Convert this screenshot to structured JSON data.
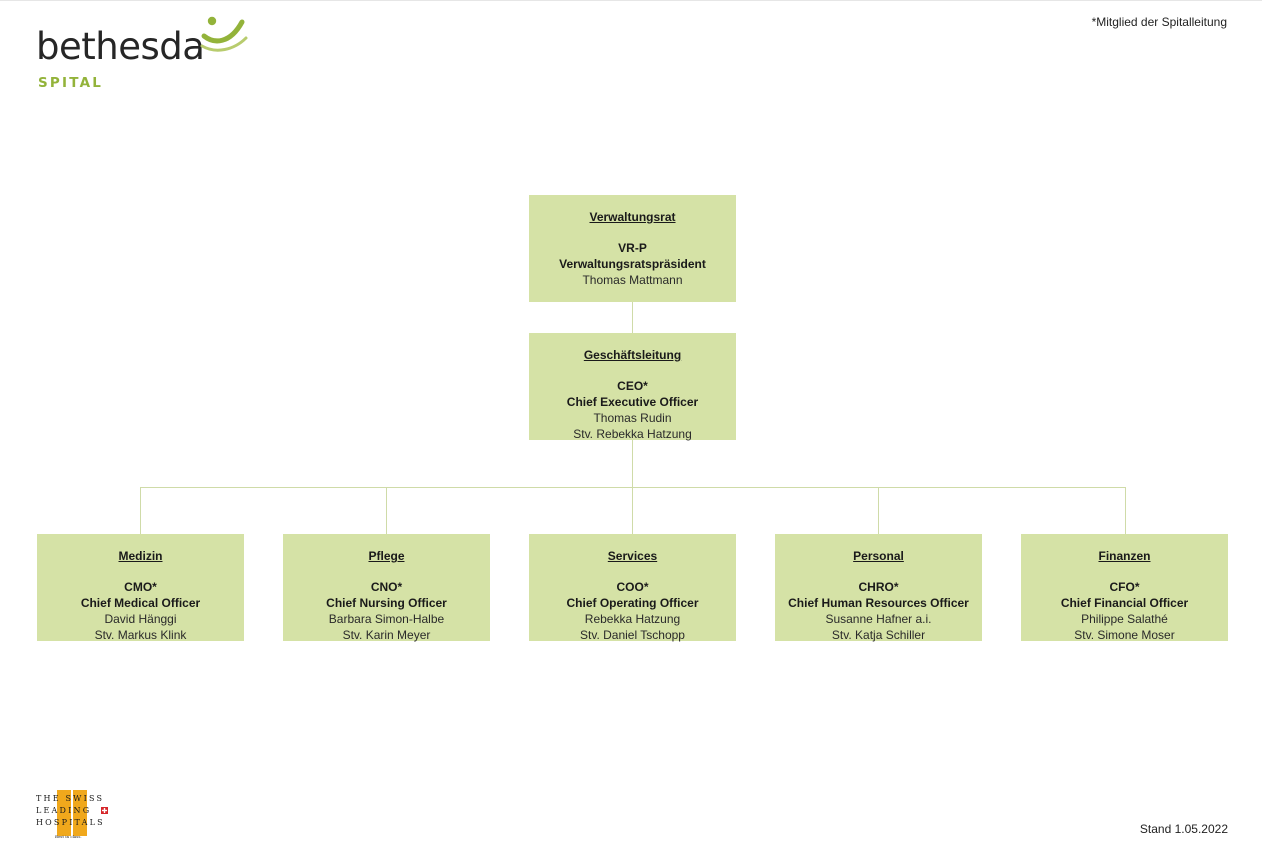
{
  "logo": {
    "brand": "bethesda",
    "subtitle": "SPITAL"
  },
  "note": "*Mitglied der Spitalleitung",
  "board": {
    "title": "Verwaltungsrat",
    "abbr": "VR-P",
    "role": "Verwaltungsratspräsident",
    "person": "Thomas Mattmann"
  },
  "management": {
    "title": "Geschäftsleitung",
    "abbr": "CEO*",
    "role": "Chief Executive Officer",
    "person": "Thomas Rudin",
    "deputy": "Stv. Rebekka Hatzung"
  },
  "departments": [
    {
      "title": "Medizin",
      "abbr": "CMO*",
      "role": "Chief Medical Officer",
      "person": "David Hänggi",
      "deputy": "Stv. Markus Klink"
    },
    {
      "title": "Pflege",
      "abbr": "CNO*",
      "role": "Chief Nursing Officer",
      "person": "Barbara Simon-Halbe",
      "deputy": "Stv. Karin Meyer"
    },
    {
      "title": "Services",
      "abbr": "COO*",
      "role": "Chief Operating Officer",
      "person": "Rebekka Hatzung",
      "deputy": "Stv. Daniel Tschopp"
    },
    {
      "title": "Personal",
      "abbr": "CHRO*",
      "role": "Chief Human Resources Officer",
      "person": "Susanne Hafner a.i.",
      "deputy": "Stv. Katja Schiller"
    },
    {
      "title": "Finanzen",
      "abbr": "CFO*",
      "role": "Chief Financial Officer",
      "person": "Philippe Salathé",
      "deputy": "Stv. Simone Moser"
    }
  ],
  "footer": {
    "slh": {
      "line1": "THE SWISS",
      "line2": "LEADING",
      "line3": "HOSPITALS",
      "tagline": "Best in class."
    },
    "stand": "Stand 1.05.2022"
  },
  "colors": {
    "box_fill": "#d5e2a6",
    "connector": "#cfdba8",
    "brand_green": "#93b33a"
  }
}
